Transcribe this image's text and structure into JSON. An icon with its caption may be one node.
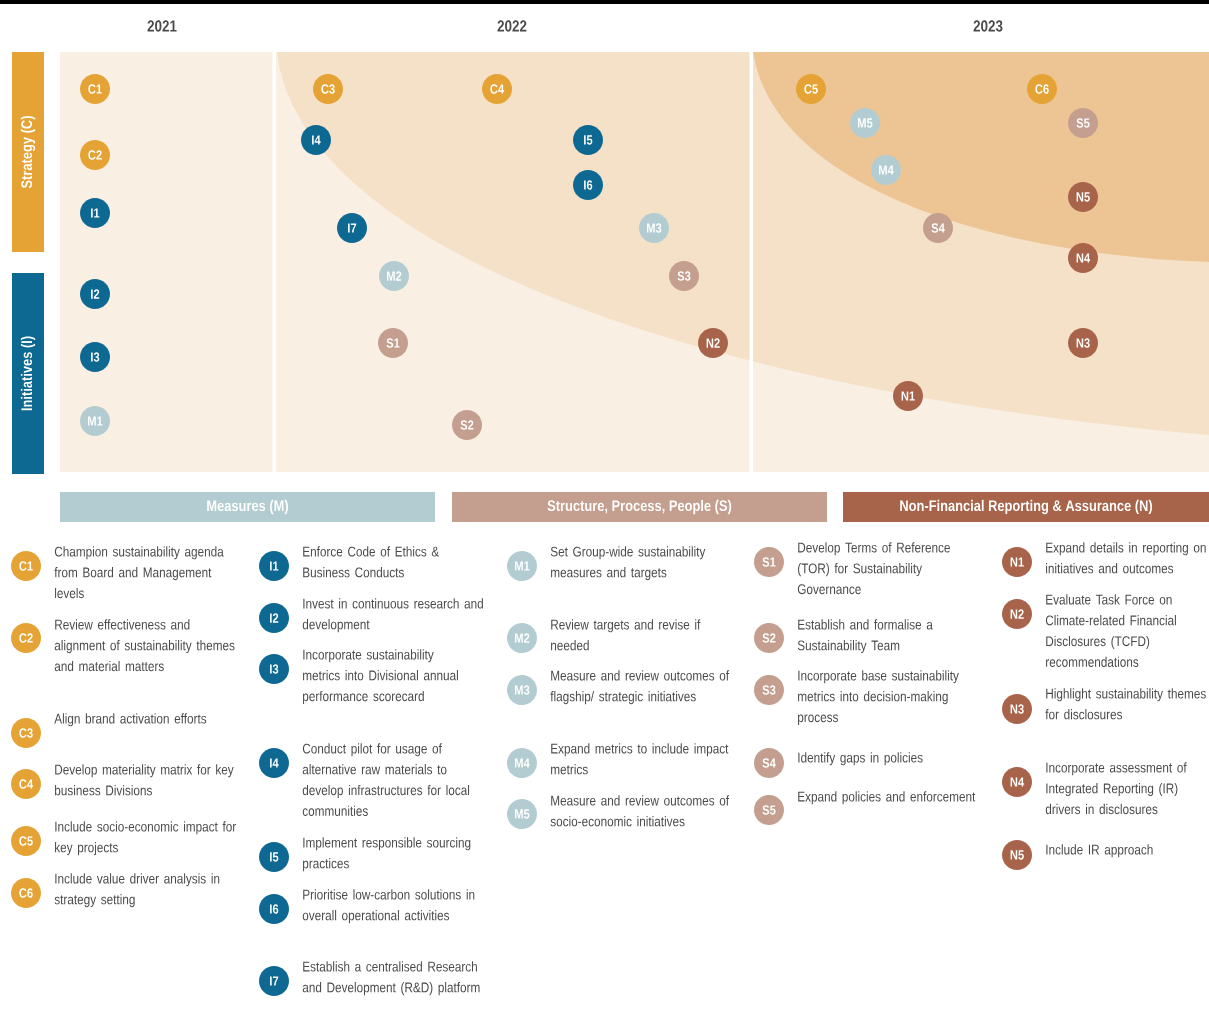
{
  "diagram": {
    "nodes": [
      {
        "text": [
          "C1"
        ]
      },
      {
        "text": [
          "C2"
        ]
      },
      {
        "text": [
          "C3"
        ]
      },
      {
        "text": [
          "C4"
        ]
      },
      {
        "text": [
          "C5"
        ]
      },
      {
        "text": [
          "C6"
        ]
      },
      {
        "text": [
          "I1"
        ]
      },
      {
        "text": [
          "I2"
        ]
      },
      {
        "text": [
          "I3"
        ]
      },
      {
        "text": [
          "I4"
        ]
      },
      {
        "text": [
          "I5"
        ]
      },
      {
        "text": [
          "I6"
        ]
      },
      {
        "text": [
          "I7"
        ]
      },
      {
        "text": [
          "M1"
        ]
      },
      {
        "text": [
          "M2"
        ]
      },
      {
        "text": [
          "M3"
        ]
      },
      {
        "text": [
          "M4"
        ]
      },
      {
        "text": [
          "M5"
        ]
      },
      {
        "text": [
          "S1"
        ]
      },
      {
        "text": [
          "S2"
        ]
      },
      {
        "text": [
          "S3"
        ]
      },
      {
        "text": [
          "S4"
        ]
      },
      {
        "text": [
          "S5"
        ]
      },
      {
        "text": [
          "N1"
        ]
      },
      {
        "text": [
          "N2"
        ]
      },
      {
        "text": [
          "N3"
        ]
      },
      {
        "text": [
          "N4"
        ]
      },
      {
        "text": [
          "N5"
        ]
      },
      {
        "text": [
          "C1"
        ],
        "beside": [
          "Champion sustainability agenda from Board and Management levels"
        ]
      },
      {
        "text": [
          "C2"
        ],
        "beside": [
          "Review effectiveness and alignment of sustainability themes and material matters"
        ]
      },
      {
        "text": [
          "C3"
        ],
        "beside": [
          "Align brand activation efforts"
        ]
      },
      {
        "text": [
          "C4"
        ],
        "beside": [
          "Develop materiality matrix for key business Divisions"
        ]
      },
      {
        "text": [
          "C5"
        ],
        "beside": [
          "Include socio-economic impact for key projects"
        ]
      },
      {
        "text": [
          "C6"
        ],
        "beside": [
          "Include value driver analysis in strategy setting"
        ]
      },
      {
        "text": [
          "I1"
        ],
        "beside": [
          "Enforce Code of Ethics & Business Conducts"
        ]
      },
      {
        "text": [
          "I2"
        ],
        "beside": [
          "Invest in continuous research and development"
        ]
      },
      {
        "text": [
          "I3"
        ],
        "beside": [
          "Incorporate sustainability metrics into Divisional annual performance scorecard"
        ]
      },
      {
        "text": [
          "I4"
        ],
        "beside": [
          "Conduct pilot for usage of alternative raw materials to develop infrastructures for local communities"
        ]
      },
      {
        "text": [
          "I5"
        ],
        "beside": [
          "Implement responsible sourcing practices"
        ]
      },
      {
        "text": [
          "I6"
        ],
        "beside": [
          "Prioritise low-carbon solutions in overall operational activities"
        ]
      },
      {
        "text": [
          "I7"
        ],
        "beside": [
          "Establish a centralised Research and Development (R&D) platform"
        ]
      },
      {
        "text": [
          "M1"
        ],
        "beside": [
          "Set Group-wide sustainability measures and targets"
        ]
      },
      {
        "text": [
          "M2"
        ],
        "beside": [
          "Review targets and revise if needed"
        ]
      },
      {
        "text": [
          "M3"
        ],
        "beside": [
          "Measure and review outcomes of flagship/ strategic initiatives"
        ]
      },
      {
        "text": [
          "M4"
        ],
        "beside": [
          "Expand metrics to include impact metrics"
        ]
      },
      {
        "text": [
          "M5"
        ],
        "beside": [
          "Measure and review outcomes of socio-economic initiatives"
        ]
      },
      {
        "text": [
          "S1"
        ],
        "beside": [
          "Develop Terms of Reference (TOR) for Sustainability Governance"
        ]
      },
      {
        "text": [
          "S2"
        ],
        "beside": [
          "Establish and formalise a Sustainability Team"
        ]
      },
      {
        "text": [
          "S3"
        ],
        "beside": [
          "Incorporate base sustainability metrics into decision-making process"
        ]
      },
      {
        "text": [
          "S4"
        ],
        "beside": [
          "Identify gaps in policies"
        ]
      },
      {
        "text": [
          "S5"
        ],
        "beside": [
          "Expand policies and enforcement"
        ]
      },
      {
        "text": [
          "N1"
        ],
        "beside": [
          "Expand details in reporting on initiatives and outcomes"
        ]
      },
      {
        "text": [
          "N2"
        ],
        "beside": [
          "Evaluate Task Force on Climate-related Financial Disclosures (TCFD) recommendations"
        ]
      },
      {
        "text": [
          "N3"
        ],
        "beside": [
          "Highlight sustainability themes for disclosures"
        ]
      },
      {
        "text": [
          "N4"
        ],
        "beside": [
          "Incorporate assessment of Integrated Reporting (IR) drivers in disclosures"
        ]
      },
      {
        "text": [
          "N5"
        ],
        "beside": [
          "Include IR approach"
        ]
      }
    ],
    "labels": [
      "2021",
      "2022",
      "2023"
    ],
    "legend": [
      {
        "text": "Strategy (C)",
        "color": "#e5a335"
      },
      {
        "text": "Initiatives (I)",
        "color": "#0d6892"
      },
      {
        "text": "Measures (M)",
        "color": "#b3ccd1"
      },
      {
        "text": "Structure, Process, People (S)",
        "color": "#c49f8f"
      },
      {
        "text": "Non-Financial Reporting & Assurance (N)",
        "color": "#a8644a"
      }
    ]
  }
}
